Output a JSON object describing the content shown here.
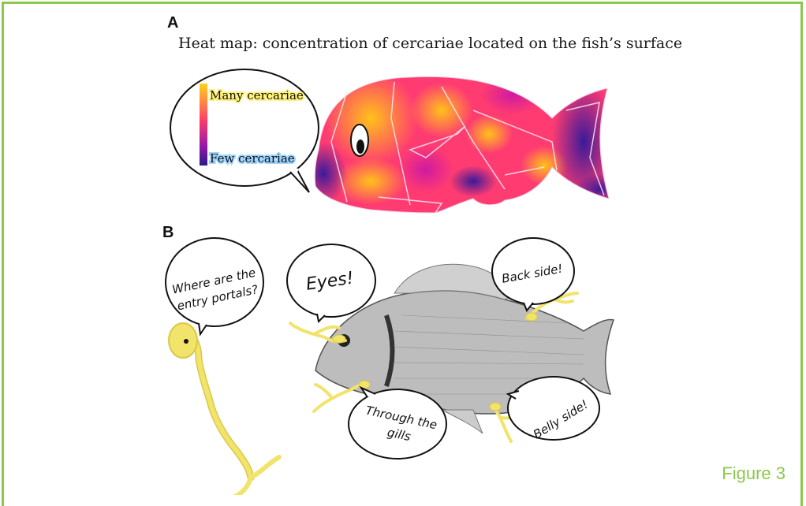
{
  "panel_a": {
    "letter": "A",
    "title": "Heat map: concentration of cercariae located on the fish’s surface",
    "legend": {
      "high_label": "Many cercariae",
      "low_label": "Few cercariae"
    }
  },
  "panel_b": {
    "letter": "B",
    "bubbles": {
      "question": [
        "Where are the",
        "entry portals?"
      ],
      "eyes": "Eyes!",
      "back": "Back side!",
      "gills": [
        "Through the",
        "gills"
      ],
      "belly": "Belly side!"
    }
  },
  "figure_label": "Figure 3",
  "colors": {
    "frame": "#8cc84b",
    "heat_high": "#ffc21a",
    "heat_mid": "#ff2d7a",
    "heat_low": "#2a1a8a",
    "cercaria": "#f2e36a"
  }
}
